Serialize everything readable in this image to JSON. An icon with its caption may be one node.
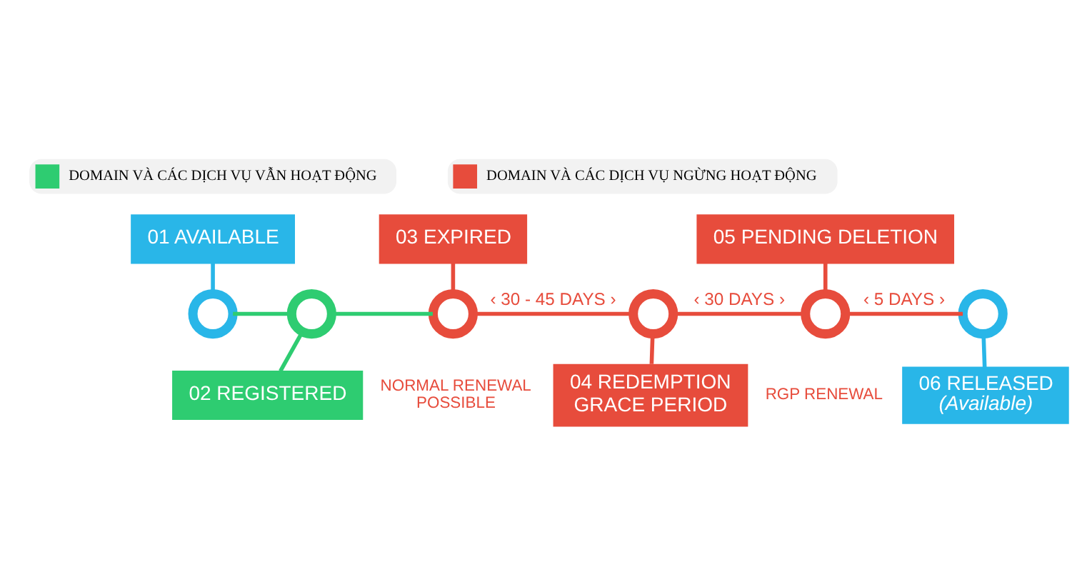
{
  "diagram": {
    "nodes": [
      {
        "text": [
          "01 AVAILABLE"
        ]
      },
      {
        "text": [
          "02 REGISTERED"
        ]
      },
      {
        "text": [
          "03 EXPIRED"
        ]
      },
      {
        "text": [
          "04 REDEMPTION GRACE PERIOD"
        ]
      },
      {
        "text": [
          "05 PENDING DELETION"
        ]
      },
      {
        "text": [
          "06 RELEASED",
          "(Available)"
        ]
      },
      {
        "text": [],
        "shape": "circle"
      },
      {
        "text": [],
        "shape": "circle"
      },
      {
        "text": [],
        "shape": "circle"
      },
      {
        "text": [],
        "shape": "circle"
      },
      {
        "text": [],
        "shape": "circle"
      },
      {
        "text": [],
        "shape": "circle"
      }
    ],
    "edges": [
      {
        "from": 0,
        "to": 6,
        "arrow": "none",
        "color": "#29b6e8"
      },
      {
        "from": 7,
        "to": 1,
        "arrow": "none",
        "color": "#2ecc71"
      },
      {
        "from": 2,
        "to": 8,
        "arrow": "none"
      },
      {
        "from": 9,
        "to": 3,
        "arrow": "none"
      },
      {
        "from": 4,
        "to": 10,
        "arrow": "none"
      },
      {
        "from": 11,
        "to": 5,
        "arrow": "none",
        "color": "#29b6e8"
      },
      {
        "from": 6,
        "to": 7,
        "arrow": "none",
        "color": "#2ecc71"
      },
      {
        "from": 7,
        "to": 8,
        "arrow": "none",
        "color": "#2ecc71"
      },
      {
        "from": 8,
        "to": 9,
        "arrow": "none",
        "label": "‹ 30 - 45 DAYS ›"
      },
      {
        "from": 9,
        "to": 10,
        "arrow": "none",
        "label": "‹ 30 DAYS ›"
      },
      {
        "from": 10,
        "to": 11,
        "arrow": "none",
        "label": "‹ 5 DAYS ›"
      }
    ],
    "labels": [
      "NORMAL RENEWAL POSSIBLE",
      "RGP RENEWAL"
    ],
    "legend": [
      {
        "text": "DOMAIN VÀ CÁC DỊCH VỤ VẪN HOẠT ĐỘNG",
        "color": "#2ecc71"
      },
      {
        "text": "DOMAIN VÀ CÁC DỊCH VỤ NGỪNG HOẠT ĐỘNG",
        "color": "#e74c3c"
      }
    ]
  }
}
